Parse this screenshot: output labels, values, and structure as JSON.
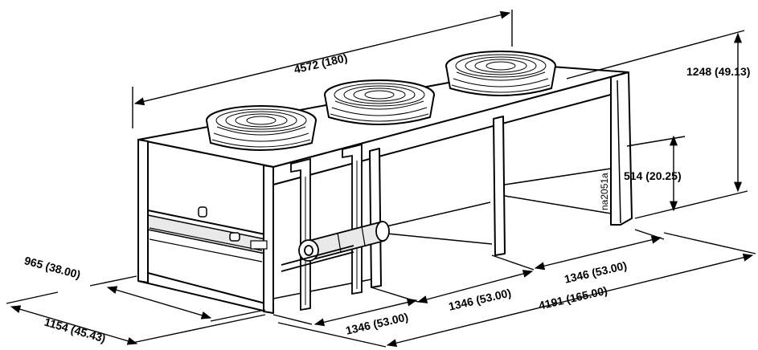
{
  "drawing": {
    "reference_code": "na2051a",
    "line_color": "#000000",
    "fill_color": "#ffffff",
    "shade_color": "#e9e9e9",
    "dimensions": {
      "overall_length_top": "4572 (180)",
      "overall_height": "1248 (49.13)",
      "leg_height": "514 (20.25)",
      "leg_spacing_1": "1346 (53.00)",
      "leg_spacing_2": "1346 (53.00)",
      "leg_spacing_3": "1346 (53.00)",
      "overall_length_bottom": "4191 (165.00)",
      "depth_inner": "965 (38.00)",
      "depth_outer": "1154 (45.43)"
    }
  }
}
